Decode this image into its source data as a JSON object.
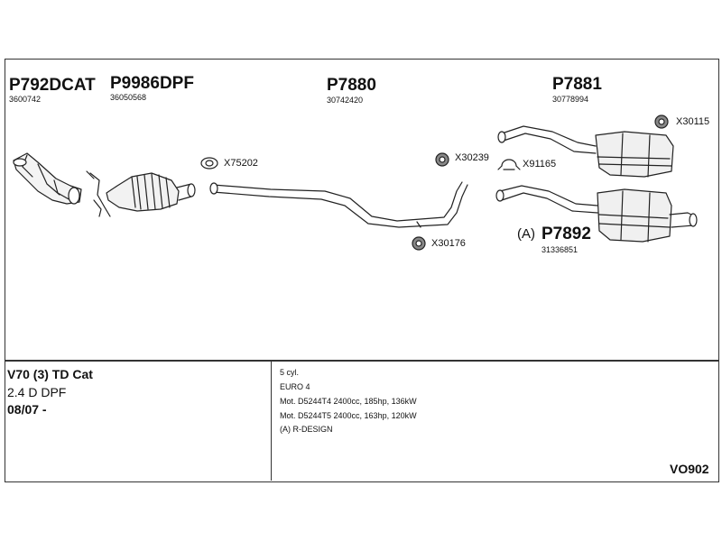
{
  "parts": [
    {
      "code": "P792DCAT",
      "number": "3600742"
    },
    {
      "code": "P9986DPF",
      "number": "36050568"
    },
    {
      "code": "P7880",
      "number": "30742420"
    },
    {
      "code": "P7881",
      "number": "30778994"
    },
    {
      "code": "P7892",
      "prefix": "(A)",
      "number": "31336851"
    }
  ],
  "accessories": [
    "X75202",
    "X30239",
    "X91165",
    "X30115",
    "X30176"
  ],
  "vehicle": {
    "model": "V70 (3) TD Cat",
    "engine": "2.4 D DPF",
    "date": "08/07 -"
  },
  "specs": [
    "5 cyl.",
    "EURO 4",
    "Mot. D5244T4 2400cc, 185hp, 136kW",
    "Mot. D5244T5 2400cc, 163hp, 120kW",
    "(A) R-DESIGN"
  ],
  "kit_code": "VO902"
}
